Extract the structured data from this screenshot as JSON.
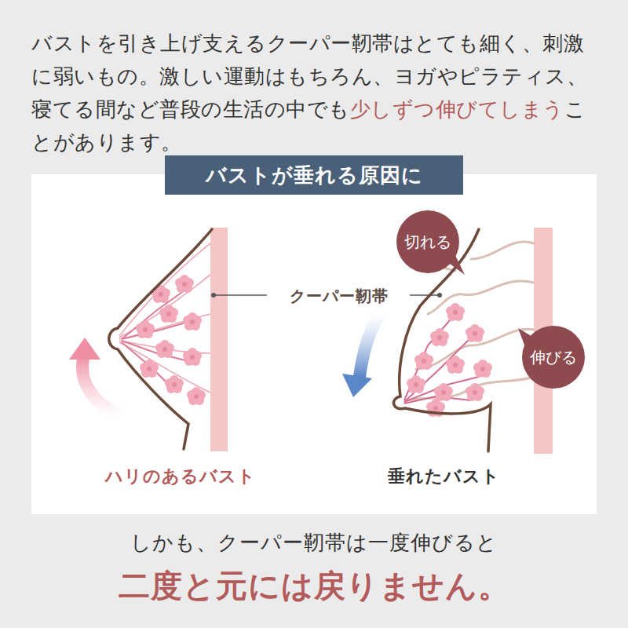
{
  "diagram": {
    "nodes": [
      {
        "text": [
          "バストが垂れる原因に"
        ]
      },
      {
        "text": [
          "切れる"
        ]
      },
      {
        "text": [
          "伸びる"
        ]
      }
    ],
    "labels": [
      "バストを引き上げ支えるクーパー靭帯はとても細く、刺激に弱いもの。激しい運動はもちろん、ヨガやピラティス、寝てる間など普段の生活の中でも",
      "少しずつ伸びてしまう",
      "ことがあります。",
      "クーパー靭帯",
      "ハリのあるバスト",
      "垂れたバスト",
      "しかも、クーパー靭帯は一度伸びると",
      "二度と元には戻りません。"
    ]
  }
}
